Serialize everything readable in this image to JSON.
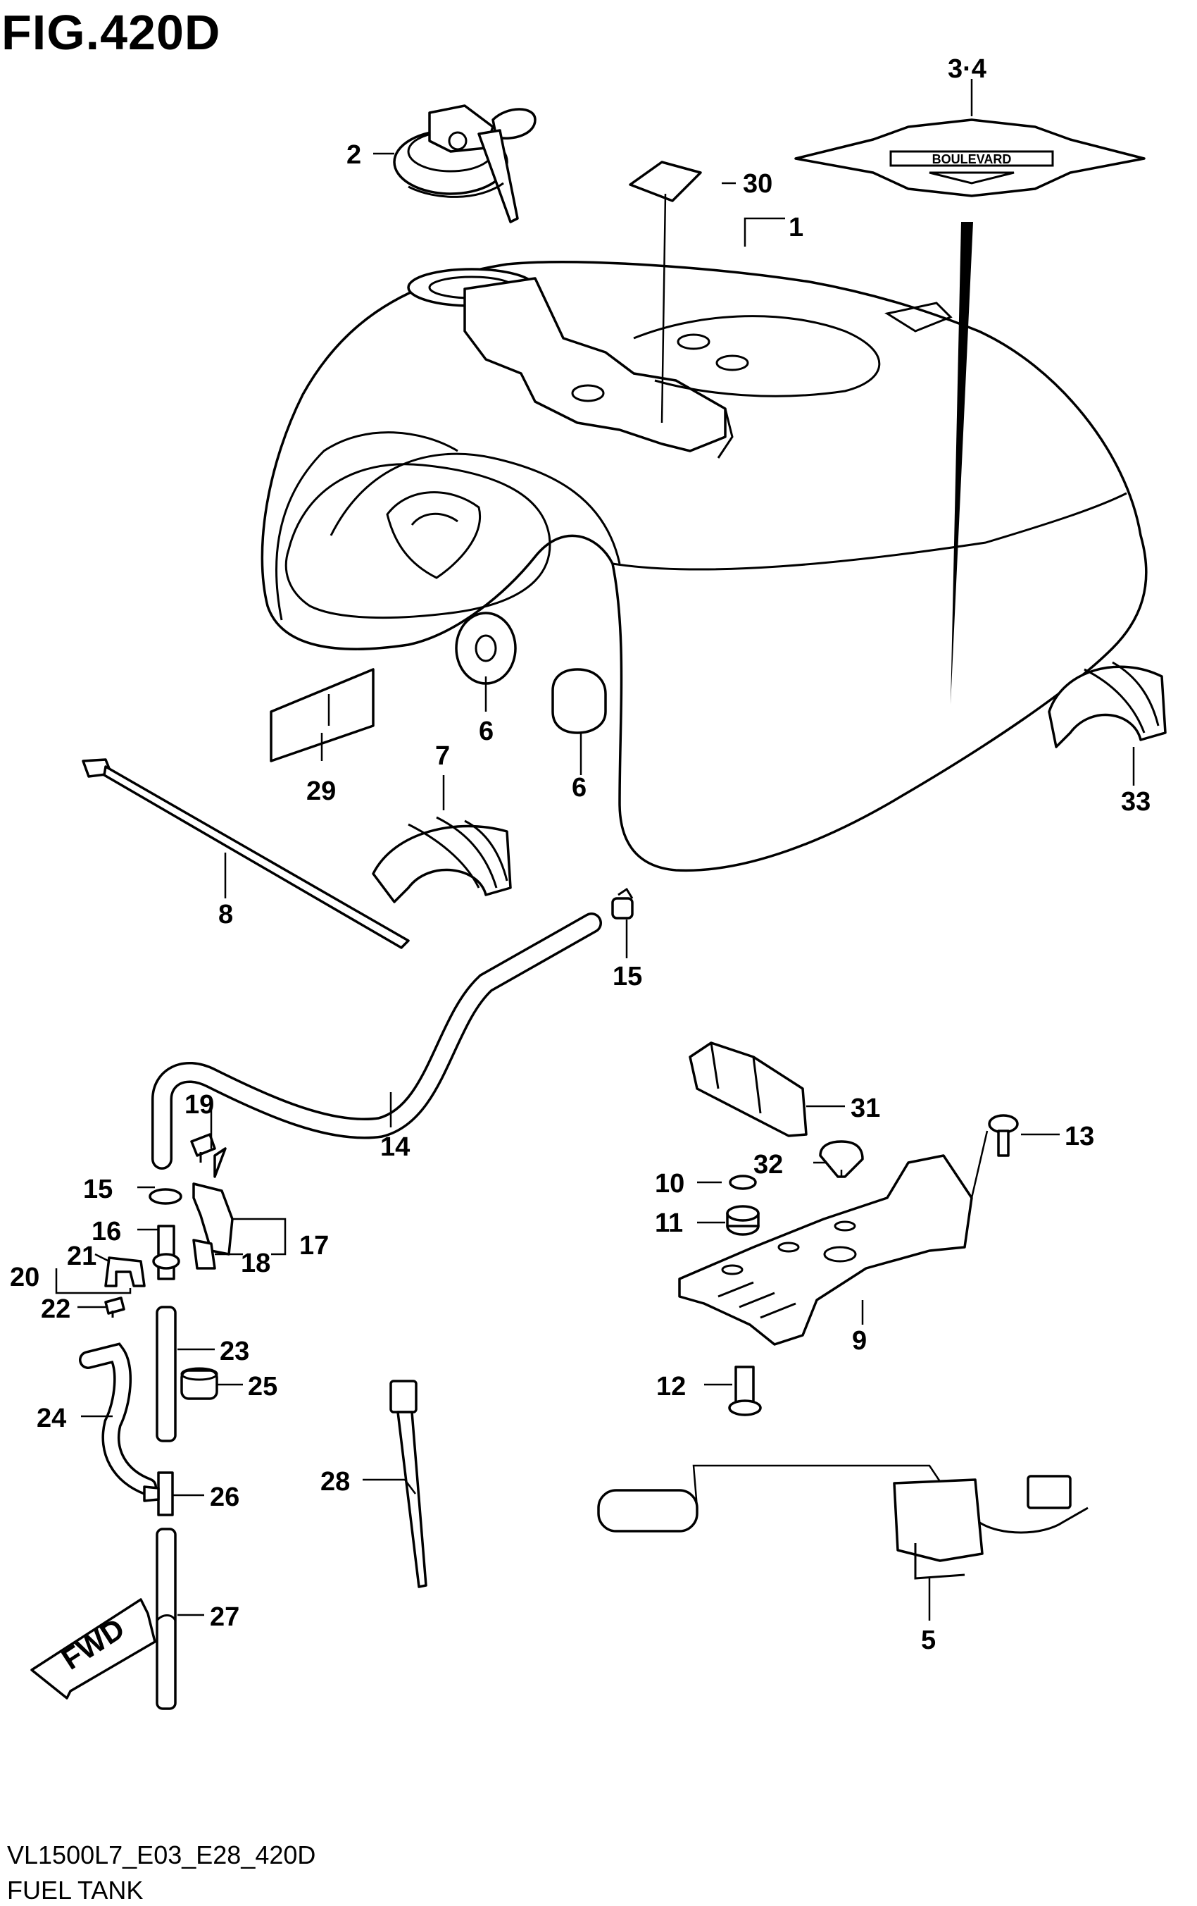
{
  "figure": {
    "title": "FIG.420D",
    "model_code": "VL1500L7_E03_E28_420D",
    "name": "FUEL TANK"
  },
  "emblem_text": "BOULEVARD",
  "fwd_label": "FWD",
  "callouts": {
    "c1": "1",
    "c2": "2",
    "c3_4": "3·4",
    "c5": "5",
    "c6a": "6",
    "c6b": "6",
    "c7": "7",
    "c8": "8",
    "c9": "9",
    "c10": "10",
    "c11": "11",
    "c12": "12",
    "c13": "13",
    "c14": "14",
    "c15a": "15",
    "c15b": "15",
    "c16": "16",
    "c17": "17",
    "c18": "18",
    "c19": "19",
    "c20": "20",
    "c21": "21",
    "c22": "22",
    "c23": "23",
    "c24": "24",
    "c25": "25",
    "c26": "26",
    "c27": "27",
    "c28": "28",
    "c29": "29",
    "c30": "30",
    "c31": "31",
    "c32": "32",
    "c33": "33"
  }
}
